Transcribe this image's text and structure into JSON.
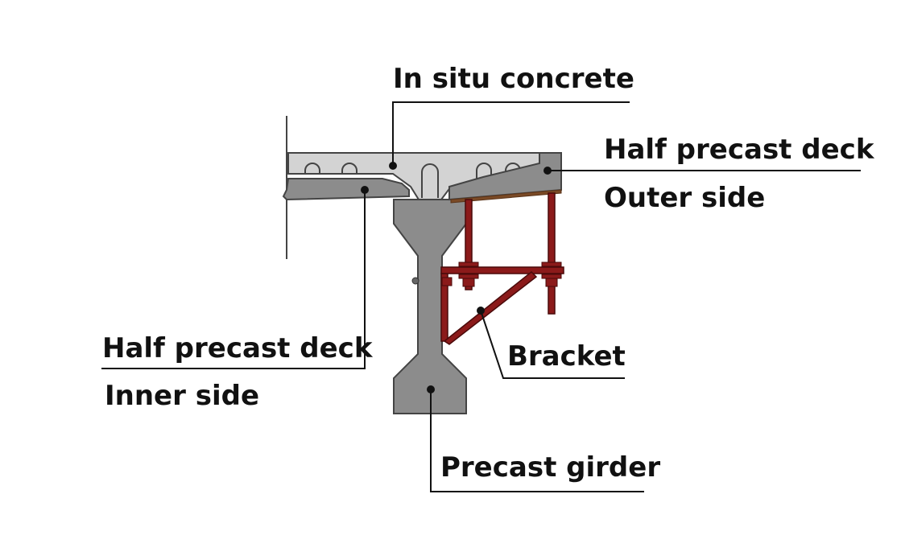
{
  "labels": {
    "in_situ_concrete": "In situ concrete",
    "half_precast_deck_outer": "Half precast deck",
    "outer_side": "Outer side",
    "half_precast_deck_inner": "Half precast deck",
    "inner_side": "Inner side",
    "bracket": "Bracket",
    "precast_girder": "Precast girder"
  },
  "colors": {
    "concrete_light": "#d3d3d3",
    "concrete_dark": "#8c8c8c",
    "outline": "#444444",
    "bracket": "#8b1a1a",
    "timber": "#7a4a26",
    "leader": "#111111"
  }
}
